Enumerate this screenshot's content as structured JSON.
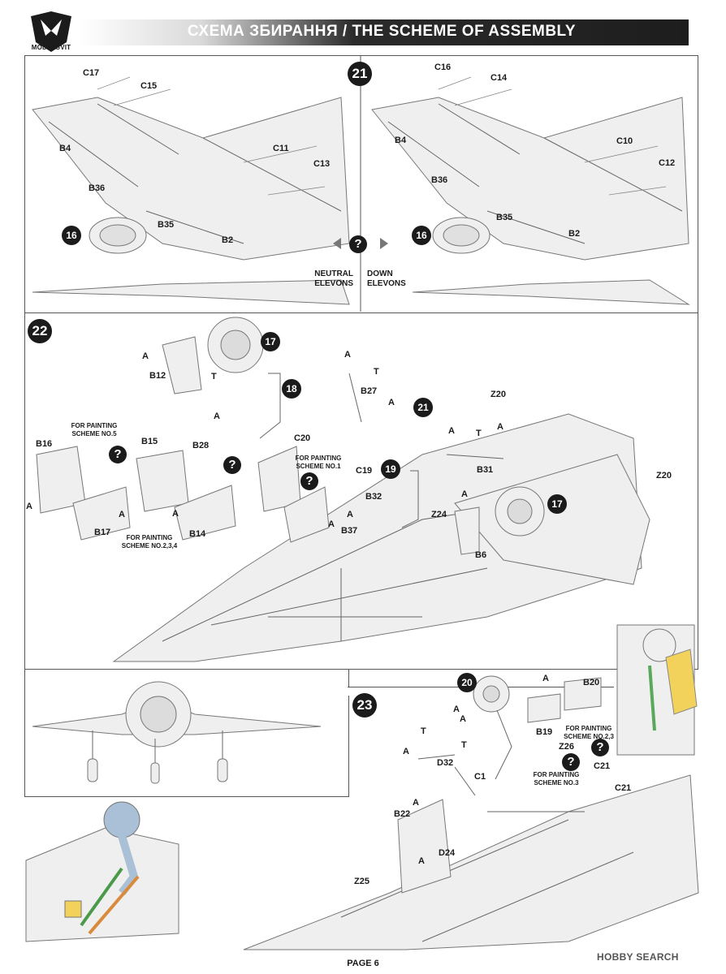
{
  "header": {
    "brand": "MODELSVIT",
    "title": "СХЕМА ЗБИРАННЯ / THE SCHEME OF ASSEMBLY"
  },
  "step21": {
    "badge": "21",
    "sub_badge": "16",
    "left_labels": [
      "C17",
      "C15",
      "B4",
      "C11",
      "C13",
      "B36",
      "B35",
      "B2"
    ],
    "right_labels": [
      "C16",
      "C14",
      "B4",
      "C10",
      "C12",
      "B36",
      "B35",
      "B2"
    ],
    "option_mark": "?",
    "neutral_caption_1": "NEUTRAL",
    "neutral_caption_2": "ELEVONS",
    "down_caption_1": "DOWN",
    "down_caption_2": "ELEVONS"
  },
  "step22": {
    "badge": "22",
    "sub_badges": [
      "17",
      "18",
      "21",
      "19",
      "17"
    ],
    "labels": {
      "b12": "B12",
      "t1": "T",
      "a1": "A",
      "a2": "A",
      "a3": "A",
      "t2": "T",
      "b27": "B27",
      "a4": "A",
      "z20a": "Z20",
      "z20b": "Z20",
      "b28": "B28",
      "c20": "C20",
      "b16": "B16",
      "b15": "B15",
      "b17": "B17",
      "b14": "B14",
      "c19": "C19",
      "b32": "B32",
      "b37": "B37",
      "z24": "Z24",
      "b6": "B6",
      "b31": "B31",
      "a5": "A",
      "t3": "T",
      "a6": "A",
      "a7": "A",
      "a8": "A",
      "a9": "A",
      "a10": "A",
      "a11": "A",
      "a12": "A"
    },
    "notes": {
      "scheme5_line1": "FOR PAINTING",
      "scheme5_line2": "SCHEME NO.5",
      "scheme234_line1": "FOR PAINTING",
      "scheme234_line2": "SCHEME NO.2,3,4",
      "scheme1_line1": "FOR PAINTING",
      "scheme1_line2": "SCHEME NO.1"
    },
    "option_mark": "?"
  },
  "step23": {
    "badge": "23",
    "sub_badge": "20",
    "labels": {
      "b20": "B20",
      "b19": "B19",
      "z26": "Z26",
      "c21a": "C21",
      "c21b": "C21",
      "d32": "D32",
      "c1": "C1",
      "b22": "B22",
      "d24": "D24",
      "z25": "Z25",
      "a1": "A",
      "a2": "A",
      "a3": "A",
      "a4": "A",
      "a5": "A",
      "a6": "A",
      "t1": "T",
      "t2": "T"
    },
    "notes": {
      "scheme23_line1": "FOR PAINTING",
      "scheme23_line2": "SCHEME NO.2,3",
      "scheme3_line1": "FOR PAINTING",
      "scheme3_line2": "SCHEME NO.3"
    },
    "option_mark": "?"
  },
  "footer": {
    "page": "PAGE 6",
    "watermark": "HOBBY SEARCH"
  }
}
